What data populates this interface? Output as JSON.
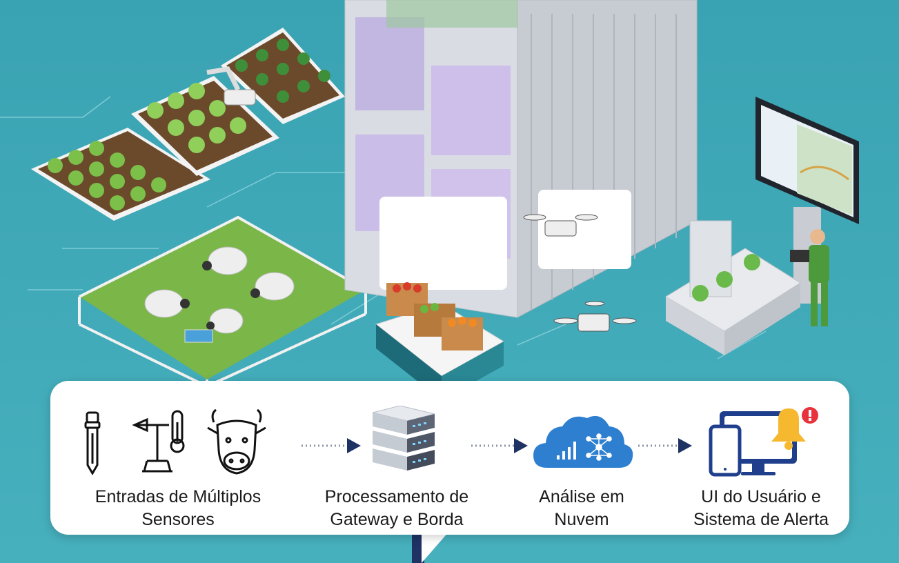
{
  "stages": [
    {
      "line1": "Entradas de Múltiplos",
      "line2": "Sensores"
    },
    {
      "line1": "Processamento de",
      "line2": "Gateway e Borda"
    },
    {
      "line1": "Análise em",
      "line2": "Nuvem"
    },
    {
      "line1": "UI do Usuário e",
      "line2": "Sistema de Alerta"
    }
  ],
  "colors": {
    "background": "#3fa6b4",
    "panel": "#ffffff",
    "arrow": "#1f3264",
    "cloud": "#2f7fd0",
    "alert": "#e8323c",
    "bell": "#f5b82e"
  },
  "icons": [
    "soil-probe-icon",
    "weather-station-icon",
    "cow-icon",
    "server-stack-icon",
    "cloud-ai-icon",
    "devices-alert-icon"
  ]
}
